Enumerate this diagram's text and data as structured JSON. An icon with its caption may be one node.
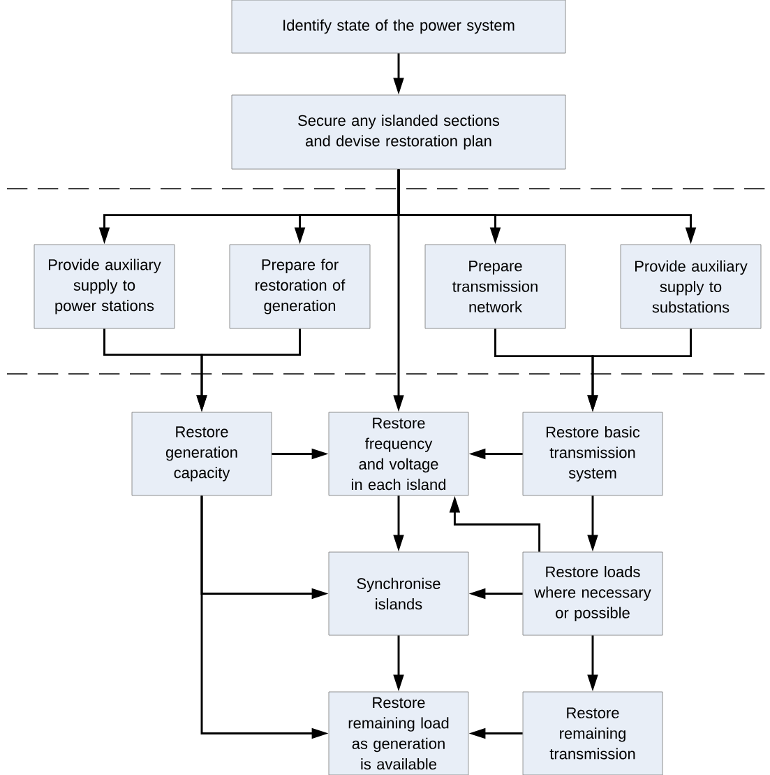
{
  "diagram": {
    "nodes": [
      {
        "text": [
          "Identify state of the power system"
        ]
      },
      {
        "text": [
          "Secure any islanded sections and devise restoration plan"
        ]
      },
      {
        "text": [
          "Provide auxiliary supply to power stations"
        ]
      },
      {
        "text": [
          "Prepare for restoration of generation"
        ]
      },
      {
        "text": [
          "Prepare transmission network"
        ]
      },
      {
        "text": [
          "Provide auxiliary supply to substations"
        ]
      },
      {
        "text": [
          "Restore generation capacity"
        ]
      },
      {
        "text": [
          "Restore frequency and voltage in each island"
        ]
      },
      {
        "text": [
          "Restore basic transmission system"
        ]
      },
      {
        "text": [
          "Synchronise islands"
        ]
      },
      {
        "text": [
          "Restore loads where necessary or possible"
        ]
      },
      {
        "text": [
          "Restore remaining load as generation is available"
        ]
      },
      {
        "text": [
          "Restore remaining transmission"
        ]
      }
    ],
    "edges": [
      {
        "from": 0,
        "to": 1,
        "arrow": "to"
      },
      {
        "from": 1,
        "to": 2,
        "arrow": "to"
      },
      {
        "from": 1,
        "to": 3,
        "arrow": "to"
      },
      {
        "from": 1,
        "to": 4,
        "arrow": "to"
      },
      {
        "from": 1,
        "to": 5,
        "arrow": "to"
      },
      {
        "from": 1,
        "to": 7,
        "arrow": "to"
      },
      {
        "from": 2,
        "to": 6,
        "arrow": "to"
      },
      {
        "from": 3,
        "to": 6,
        "arrow": "to"
      },
      {
        "from": 4,
        "to": 8,
        "arrow": "to"
      },
      {
        "from": 5,
        "to": 8,
        "arrow": "to"
      },
      {
        "from": 6,
        "to": 7,
        "arrow": "to"
      },
      {
        "from": 8,
        "to": 7,
        "arrow": "to"
      },
      {
        "from": 7,
        "to": 9,
        "arrow": "to"
      },
      {
        "from": 8,
        "to": 10,
        "arrow": "to"
      },
      {
        "from": 10,
        "to": 7,
        "arrow": "to"
      },
      {
        "from": 6,
        "to": 9,
        "arrow": "to"
      },
      {
        "from": 6,
        "to": 11,
        "arrow": "to"
      },
      {
        "from": 10,
        "to": 9,
        "arrow": "to"
      },
      {
        "from": 9,
        "to": 11,
        "arrow": "to"
      },
      {
        "from": 10,
        "to": 12,
        "arrow": "to"
      },
      {
        "from": 12,
        "to": 11,
        "arrow": "to"
      }
    ]
  }
}
